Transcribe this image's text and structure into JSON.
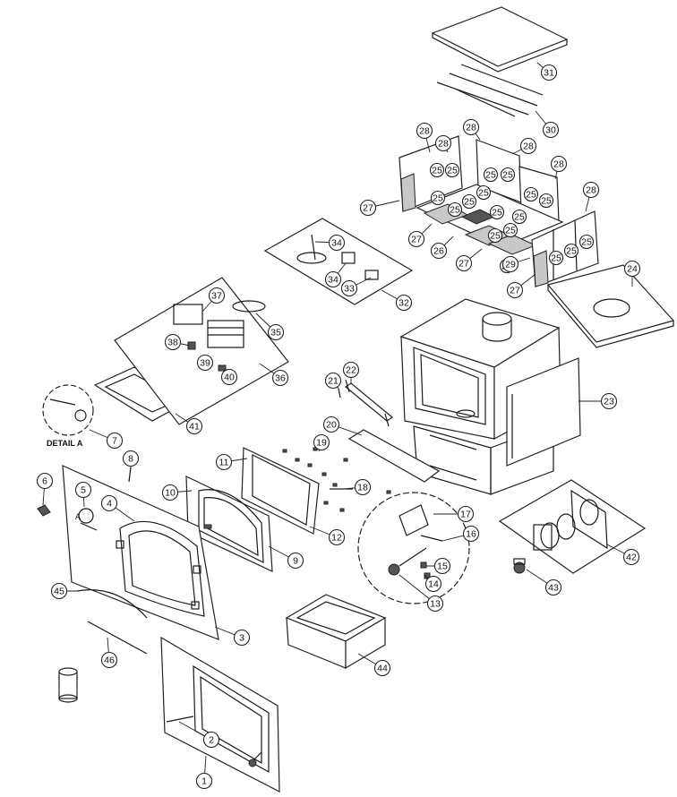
{
  "detail_label": "DETAIL A",
  "detail_letter": "A",
  "callouts": [
    {
      "n": "1"
    },
    {
      "n": "2"
    },
    {
      "n": "3"
    },
    {
      "n": "4"
    },
    {
      "n": "5"
    },
    {
      "n": "6"
    },
    {
      "n": "7"
    },
    {
      "n": "8"
    },
    {
      "n": "9"
    },
    {
      "n": "10"
    },
    {
      "n": "11"
    },
    {
      "n": "12"
    },
    {
      "n": "13"
    },
    {
      "n": "14"
    },
    {
      "n": "15"
    },
    {
      "n": "16"
    },
    {
      "n": "17"
    },
    {
      "n": "18"
    },
    {
      "n": "19"
    },
    {
      "n": "20"
    },
    {
      "n": "21"
    },
    {
      "n": "22"
    },
    {
      "n": "23"
    },
    {
      "n": "24"
    },
    {
      "n": "25"
    },
    {
      "n": "25"
    },
    {
      "n": "25"
    },
    {
      "n": "25"
    },
    {
      "n": "25"
    },
    {
      "n": "25"
    },
    {
      "n": "25"
    },
    {
      "n": "25"
    },
    {
      "n": "25"
    },
    {
      "n": "25"
    },
    {
      "n": "25"
    },
    {
      "n": "25"
    },
    {
      "n": "25"
    },
    {
      "n": "25"
    },
    {
      "n": "25"
    },
    {
      "n": "25"
    },
    {
      "n": "25"
    },
    {
      "n": "25"
    },
    {
      "n": "26"
    },
    {
      "n": "27"
    },
    {
      "n": "27"
    },
    {
      "n": "27"
    },
    {
      "n": "27"
    },
    {
      "n": "28"
    },
    {
      "n": "28"
    },
    {
      "n": "28"
    },
    {
      "n": "28"
    },
    {
      "n": "28"
    },
    {
      "n": "28"
    },
    {
      "n": "29"
    },
    {
      "n": "30"
    },
    {
      "n": "31"
    },
    {
      "n": "32"
    },
    {
      "n": "33"
    },
    {
      "n": "34"
    },
    {
      "n": "34"
    },
    {
      "n": "35"
    },
    {
      "n": "36"
    },
    {
      "n": "37"
    },
    {
      "n": "38"
    },
    {
      "n": "39"
    },
    {
      "n": "40"
    },
    {
      "n": "41"
    },
    {
      "n": "42"
    },
    {
      "n": "43"
    },
    {
      "n": "44"
    },
    {
      "n": "45"
    },
    {
      "n": "46"
    }
  ]
}
